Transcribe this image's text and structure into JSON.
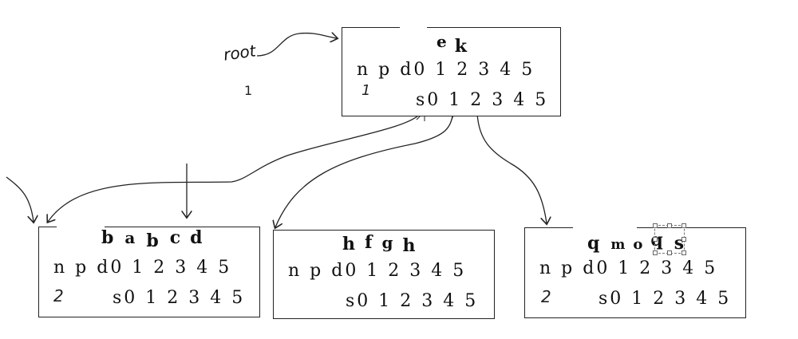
{
  "root_label": "root",
  "nodes": {
    "root": {
      "keys": [
        "e",
        "k"
      ],
      "row_n": "n p d0 1 2 3 4 5",
      "row_s": "s0 1 2 3 4 5",
      "mark": "1"
    },
    "left": {
      "keys": [
        "b",
        "a",
        "b",
        "c",
        "d"
      ],
      "row_n": "n p d0 1 2 3 4 5",
      "row_s": "s0 1 2 3 4 5",
      "mark": "2"
    },
    "middle": {
      "keys": [
        "h",
        "f",
        "g",
        "h"
      ],
      "row_n": "n p d0 1 2 3 4 5",
      "row_s": "s0 1 2 3 4 5"
    },
    "right": {
      "keys": [
        "q",
        "m",
        "o",
        "q",
        "s"
      ],
      "row_n": "n p d0 1 2 3 4 5",
      "row_s": "s0 1 2 3 4 5",
      "mark": "2"
    }
  },
  "stray_mark": "1"
}
